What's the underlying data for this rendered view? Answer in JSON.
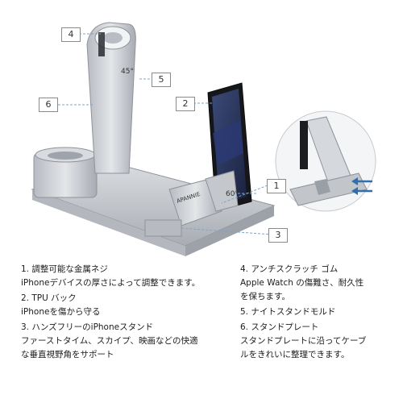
{
  "callouts": {
    "c1": "1",
    "c2": "2",
    "c3": "3",
    "c4": "4",
    "c5": "5",
    "c6": "6",
    "angle_45": "45°",
    "angle_60": "60°",
    "brand": "APANNIE"
  },
  "features_left": [
    {
      "title": "1. 調整可能な金属ネジ",
      "desc": [
        "iPhoneデバイスの厚さによって調整できます。"
      ]
    },
    {
      "title": "2. TPU バック",
      "desc": [
        "iPhoneを傷から守る"
      ]
    },
    {
      "title": "3. ハンズフリーのiPhoneスタンド",
      "desc": [
        "ファーストタイム、スカイプ、映画などの快適",
        "な垂直視野角をサポート"
      ]
    }
  ],
  "features_right": [
    {
      "title": "4. アンチスクラッチ ゴム",
      "desc": [
        "Apple Watch の傷難さ、耐久性",
        "を保ちます。"
      ]
    },
    {
      "title": "5. ナイトスタンドモルド",
      "desc": []
    },
    {
      "title": "6. スタンドプレート",
      "desc": [
        "スタンドプレートに沿ってケーブ",
        "ルをきれいに整理できます。"
      ]
    }
  ],
  "colors": {
    "aluminum": "#c9ccd1",
    "aluminum_dark": "#9a9ea5",
    "phone_black": "#15171b",
    "screen_blue": "#2e3d66",
    "arrow_blue": "#2f6fb0"
  }
}
